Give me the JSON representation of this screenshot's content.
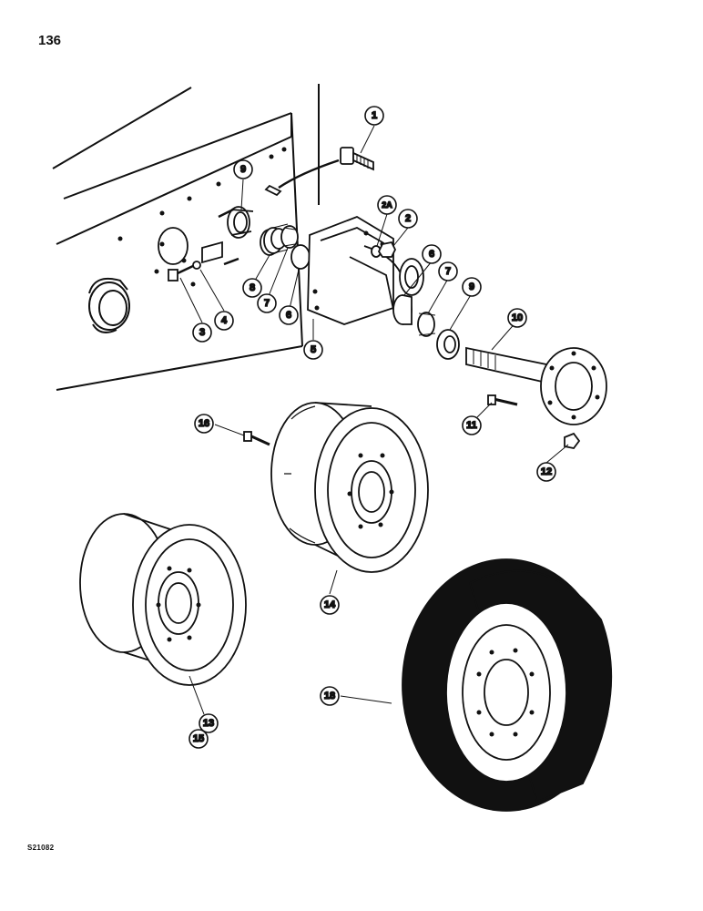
{
  "page": {
    "number": "136",
    "figure_code": "S21082"
  },
  "callouts": [
    {
      "id": "c1",
      "label": "1"
    },
    {
      "id": "c2",
      "label": "2"
    },
    {
      "id": "c2a",
      "label": "2A"
    },
    {
      "id": "c3",
      "label": "3"
    },
    {
      "id": "c4",
      "label": "4"
    },
    {
      "id": "c5",
      "label": "5"
    },
    {
      "id": "c6a",
      "label": "6"
    },
    {
      "id": "c6b",
      "label": "6"
    },
    {
      "id": "c7a",
      "label": "7"
    },
    {
      "id": "c7b",
      "label": "7"
    },
    {
      "id": "c8",
      "label": "8"
    },
    {
      "id": "c9a",
      "label": "9"
    },
    {
      "id": "c9b",
      "label": "9"
    },
    {
      "id": "c10",
      "label": "10"
    },
    {
      "id": "c11",
      "label": "11"
    },
    {
      "id": "c12",
      "label": "12"
    },
    {
      "id": "c13",
      "label": "13"
    },
    {
      "id": "c14",
      "label": "14"
    },
    {
      "id": "c15",
      "label": "15"
    },
    {
      "id": "c16",
      "label": "16"
    },
    {
      "id": "c18",
      "label": "18"
    }
  ]
}
